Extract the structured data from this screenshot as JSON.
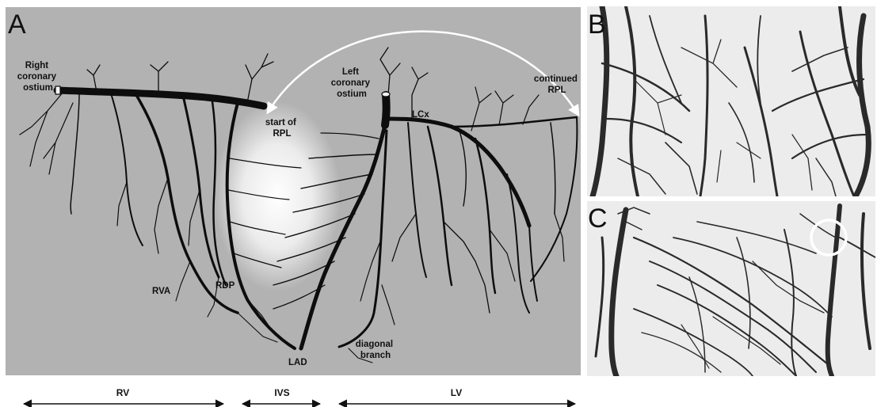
{
  "panels": {
    "a": {
      "letter": "A",
      "labels": {
        "right_coronary_ostium": [
          "Right",
          "coronary",
          "ostium"
        ],
        "left_coronary_ostium": [
          "Left",
          "coronary",
          "ostium"
        ],
        "continued_rpl": [
          "continued",
          "RPL"
        ],
        "start_of_rpl": [
          "start of",
          "RPL"
        ],
        "lcx": "LCx",
        "rva": "RVA",
        "rdp": "RDP",
        "lad": "LAD",
        "diagonal_branch": [
          "diagonal",
          "branch"
        ]
      }
    },
    "b": {
      "letter": "B"
    },
    "c": {
      "letter": "C"
    }
  },
  "regions": {
    "rv": "RV",
    "ivs": "IVS",
    "lv": "LV"
  },
  "colors": {
    "panel_a_background": "#b2b2b2",
    "vessel": "#0d0d0d",
    "angiogram_background": "#ececec"
  }
}
